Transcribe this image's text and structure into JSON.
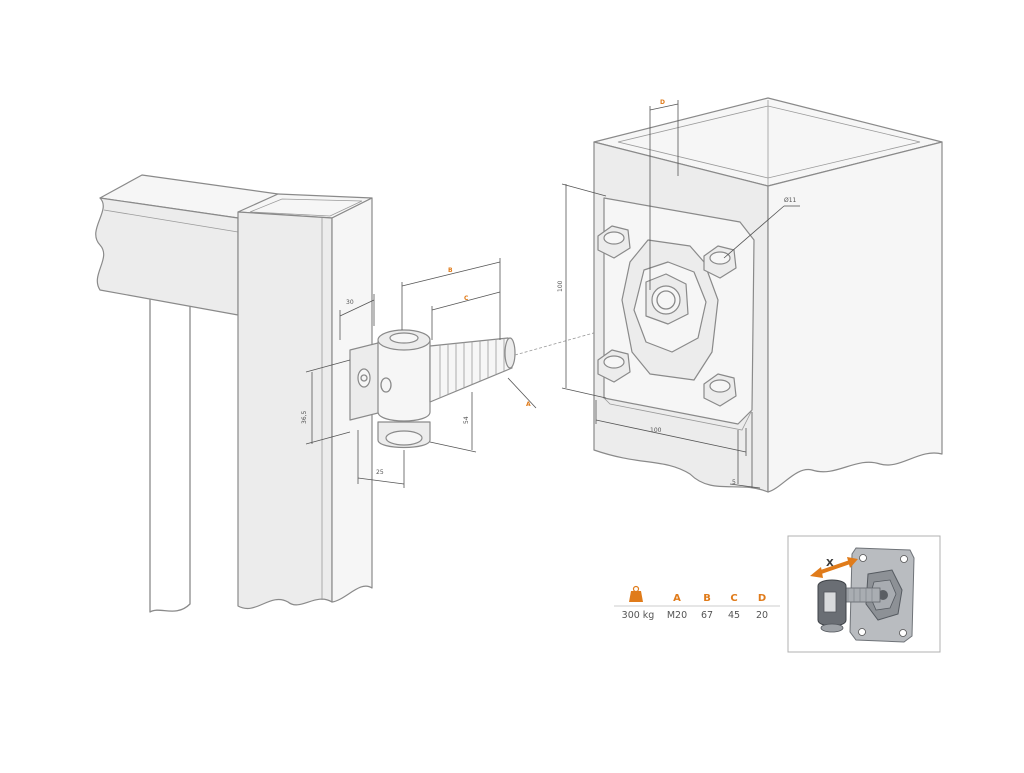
{
  "colors": {
    "line": "#8a8a8a",
    "accent": "#e07b1a",
    "text": "#555555"
  },
  "dimensions": {
    "post_width": "30",
    "height_36_5": "36,5",
    "offset_25": "25",
    "height_54": "54",
    "label_a": "A",
    "label_b": "B",
    "label_c": "C",
    "label_d": "D",
    "plate_height": "100",
    "plate_width": "100",
    "hole_diameter": "Ø11",
    "plate_thickness": "5"
  },
  "spec_table": {
    "load_icon": "weight-icon",
    "headers": [
      "A",
      "B",
      "C",
      "D"
    ],
    "load_value": "300 kg",
    "values": [
      "M20",
      "67",
      "45",
      "20"
    ]
  },
  "inset": {
    "axis_label": "X",
    "arrow_icon": "double-arrow-icon"
  }
}
